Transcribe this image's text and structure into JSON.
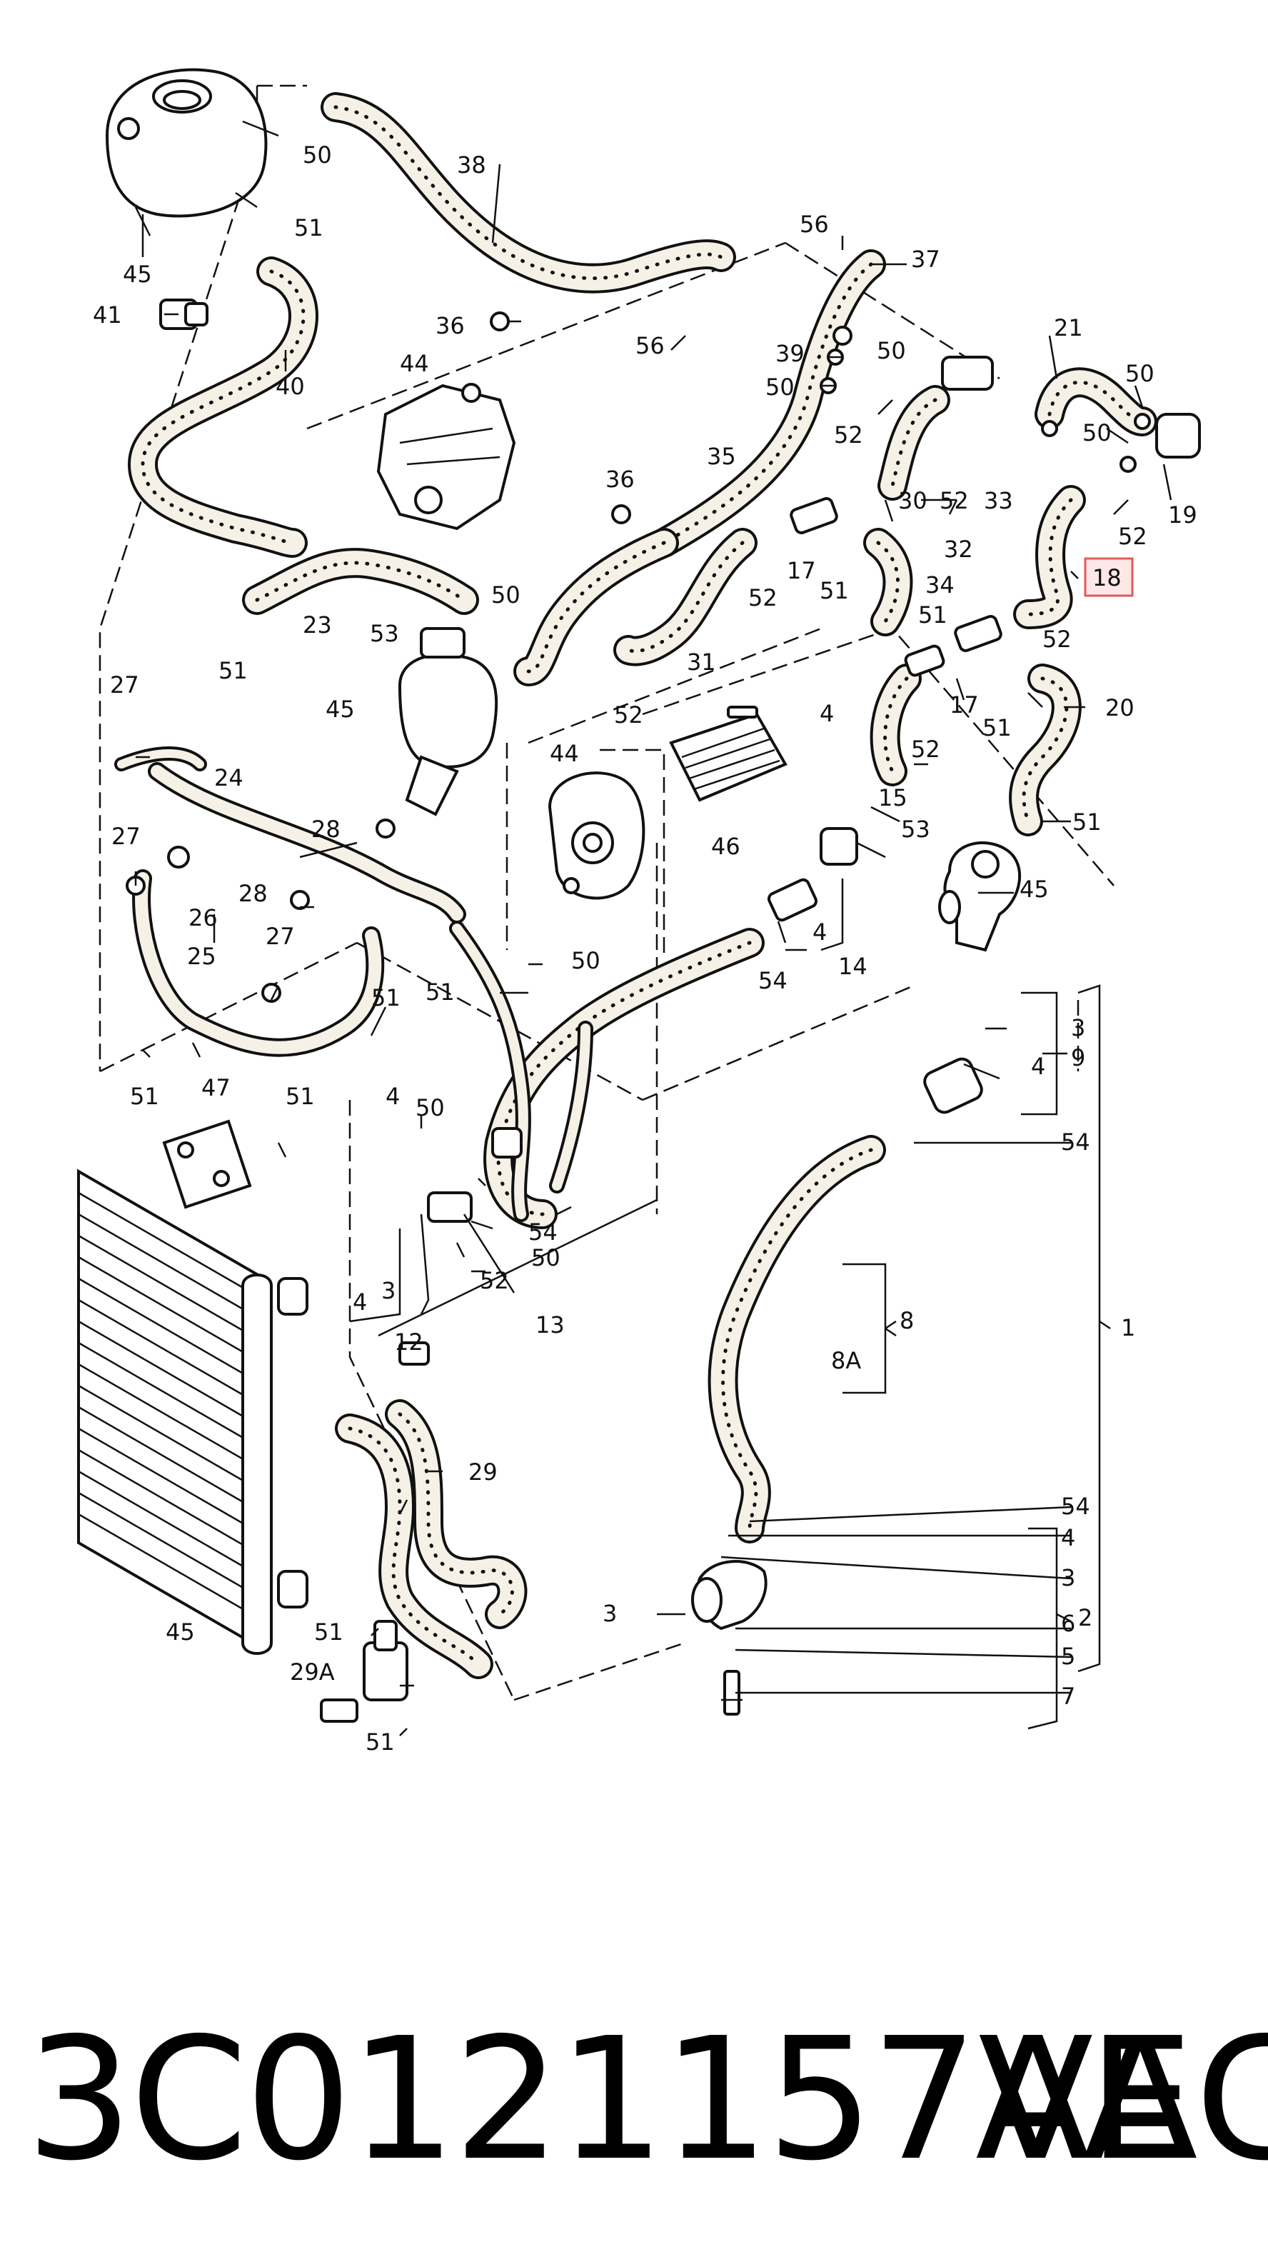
{
  "callouts": {
    "c1": "1",
    "c2": "2",
    "c3": "3",
    "c4": "4",
    "c5": "5",
    "c6": "6",
    "c7": "7",
    "c8": "8",
    "c8a": "8A",
    "c9": "9",
    "c12": "12",
    "c13": "13",
    "c14": "14",
    "c15": "15",
    "c17": "17",
    "c18": "18",
    "c19": "19",
    "c20": "20",
    "c21": "21",
    "c23": "23",
    "c24": "24",
    "c25": "25",
    "c26": "26",
    "c27": "27",
    "c28": "28",
    "c29": "29",
    "c29a": "29A",
    "c30": "30",
    "c31": "31",
    "c32": "32",
    "c33": "33",
    "c34": "34",
    "c35": "35",
    "c36": "36",
    "c37": "37",
    "c38": "38",
    "c39": "39",
    "c40": "40",
    "c41": "41",
    "c44": "44",
    "c45": "45",
    "c46": "46",
    "c47": "47",
    "c50": "50",
    "c51": "51",
    "c52": "52",
    "c53": "53",
    "c54": "54",
    "c56": "56"
  },
  "highlighted_callout": "18",
  "footer": {
    "part_number": "3C0121157AE",
    "brand": "VAG"
  },
  "colors": {
    "highlight_fill": "#fde7e7",
    "highlight_stroke": "#e05a5a",
    "line": "#111111",
    "hose_fill": "#f6f1e6"
  }
}
